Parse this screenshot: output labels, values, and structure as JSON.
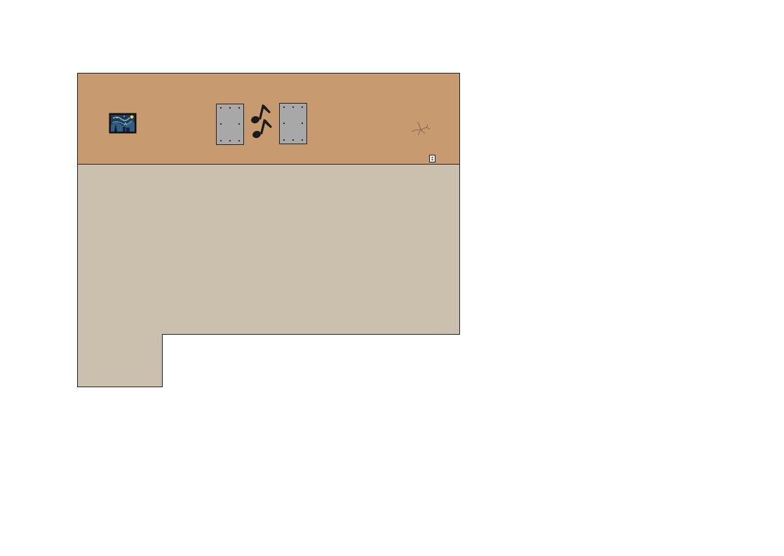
{
  "scene": {
    "colors": {
      "wall": "#c89a70",
      "floor": "#cbc0ae",
      "outline": "#222222",
      "background": "#ffffff",
      "speaker": "#a8a8a8",
      "notes": "#1a1a1a",
      "painting_sky": "#1d3a57",
      "painting_frame": "#111111"
    },
    "objects": [
      {
        "name": "painting",
        "icon": "starry-night-painting-icon"
      },
      {
        "name": "speaker-left",
        "icon": "speaker-icon"
      },
      {
        "name": "music-notes",
        "icon": "music-notes-icon"
      },
      {
        "name": "speaker-right",
        "icon": "speaker-icon"
      },
      {
        "name": "wall-crack",
        "icon": "crack-icon"
      },
      {
        "name": "power-outlet",
        "icon": "outlet-icon"
      }
    ]
  }
}
